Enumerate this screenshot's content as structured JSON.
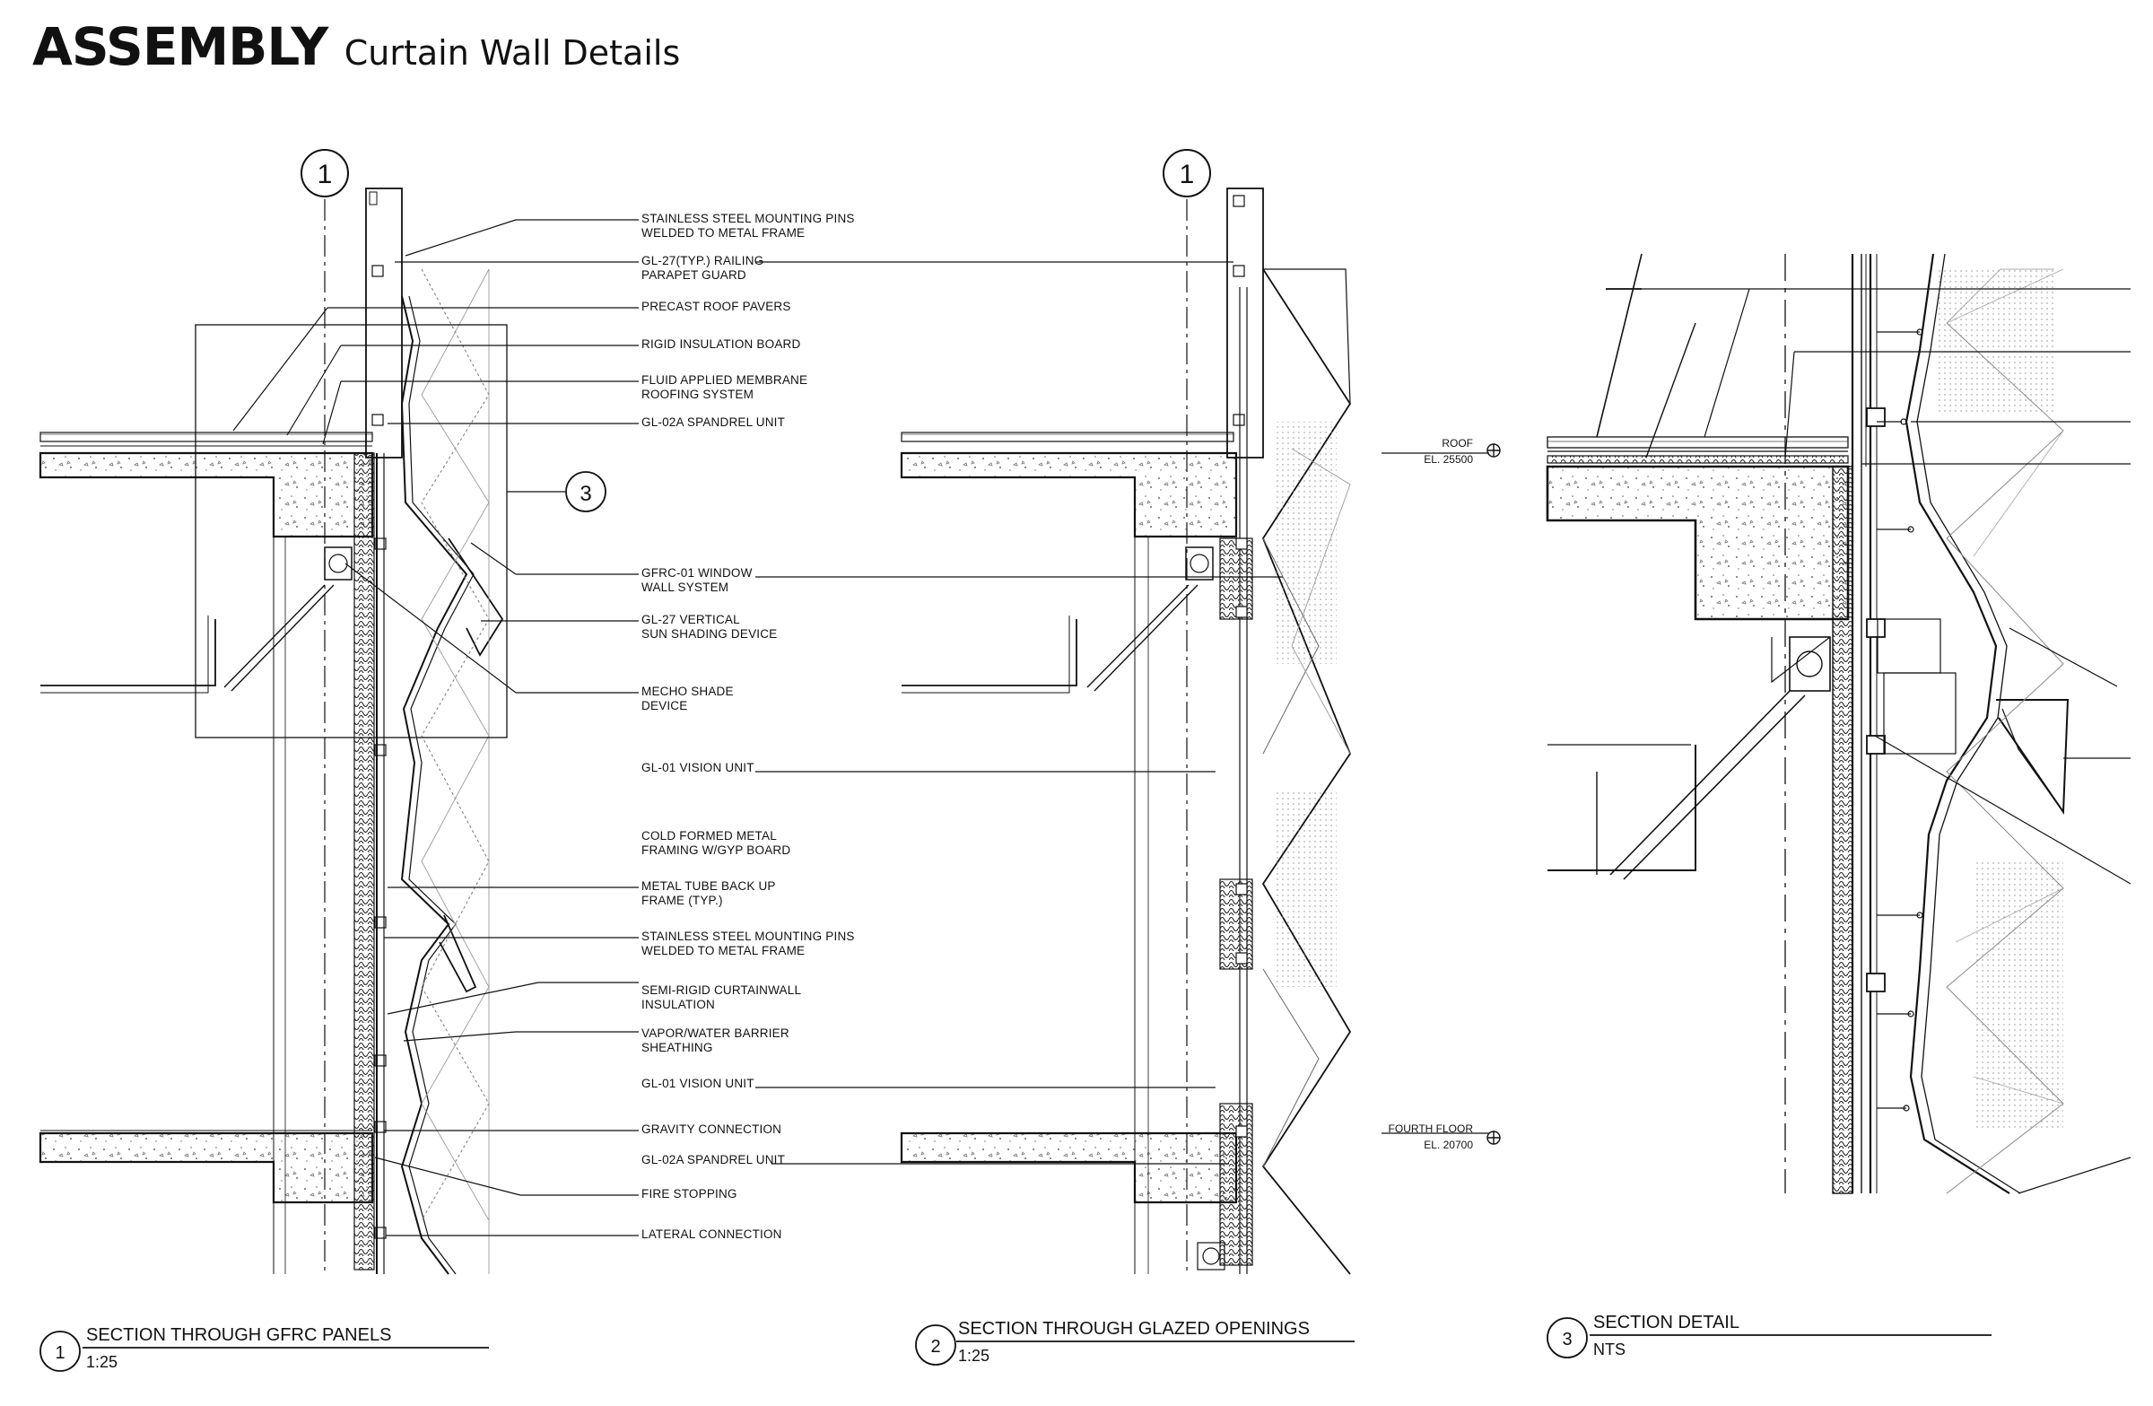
{
  "heading": {
    "title": "ASSEMBLY",
    "subtitle": "Curtain Wall Details"
  },
  "grid_marks": [
    {
      "label": "1"
    },
    {
      "label": "1"
    }
  ],
  "callout_marker": {
    "label": "3"
  },
  "notes": [
    [
      "STAINLESS STEEL MOUNTING PINS",
      "WELDED TO METAL FRAME"
    ],
    [
      "GL-27(TYP.) RAILING",
      "PARAPET GUARD"
    ],
    [
      "PRECAST ROOF PAVERS"
    ],
    [
      "RIGID INSULATION BOARD"
    ],
    [
      "FLUID APPLIED MEMBRANE",
      "ROOFING SYSTEM"
    ],
    [
      "GL-02A SPANDREL UNIT"
    ],
    [
      "GFRC-01 WINDOW",
      "WALL SYSTEM"
    ],
    [
      "GL-27 VERTICAL",
      "SUN SHADING DEVICE"
    ],
    [
      "MECHO SHADE",
      "DEVICE"
    ],
    [
      "GL-01 VISION UNIT"
    ],
    [
      "COLD FORMED METAL",
      "FRAMING W/GYP BOARD"
    ],
    [
      "METAL TUBE BACK UP",
      "FRAME (TYP.)"
    ],
    [
      "STAINLESS STEEL MOUNTING PINS",
      "WELDED TO METAL FRAME"
    ],
    [
      "SEMI-RIGID CURTAINWALL",
      "INSULATION"
    ],
    [
      "VAPOR/WATER BARRIER",
      "SHEATHING"
    ],
    [
      "GL-01 VISION UNIT"
    ],
    [
      "GRAVITY CONNECTION"
    ],
    [
      "GL-02A SPANDREL UNIT"
    ],
    [
      "FIRE STOPPING"
    ],
    [
      "LATERAL CONNECTION"
    ]
  ],
  "levels": [
    {
      "name": "ROOF",
      "elevation": "EL. 25500"
    },
    {
      "name": "FOURTH FLOOR",
      "elevation": "EL. 20700"
    }
  ],
  "drawing_titles": [
    {
      "number": "1",
      "title": "SECTION THROUGH GFRC PANELS",
      "scale": "1:25"
    },
    {
      "number": "2",
      "title": "SECTION THROUGH GLAZED OPENINGS",
      "scale": "1:25"
    },
    {
      "number": "3",
      "title": "SECTION DETAIL",
      "scale": "NTS"
    }
  ],
  "colors": {
    "ink": "#111111",
    "paper": "#ffffff",
    "hatch": "#555555"
  }
}
